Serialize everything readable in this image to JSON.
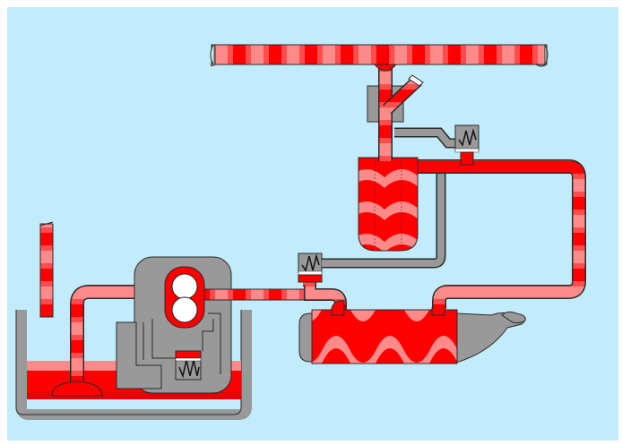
{
  "diagram": {
    "colors": {
      "background": "#c2ecfb",
      "frame": "#ffffff",
      "housing_gray": "#999999",
      "outline": "#2a2a2a",
      "fluid_red": "#ff0000",
      "fluid_pink": "#ff8a8a",
      "fluid_mid": "#ff4d4d",
      "spring": "#111111",
      "white": "#ffffff"
    },
    "components": [
      {
        "id": "reservoir",
        "icon": "reservoir-tank"
      },
      {
        "id": "pickup-strainer",
        "icon": "strainer"
      },
      {
        "id": "fill-pipe",
        "icon": "pipe"
      },
      {
        "id": "gear-pump",
        "icon": "gear-pump"
      },
      {
        "id": "pump-relief-valve",
        "icon": "spring-valve"
      },
      {
        "id": "pressure-line",
        "icon": "pipe"
      },
      {
        "id": "upper-relief-valve",
        "icon": "spring-valve"
      },
      {
        "id": "lower-relief-valve",
        "icon": "spring-valve"
      },
      {
        "id": "oil-filter",
        "icon": "filter-canister"
      },
      {
        "id": "main-gallery",
        "icon": "gallery-pipe"
      },
      {
        "id": "branch-nozzle",
        "icon": "nozzle"
      },
      {
        "id": "cooler-housing",
        "icon": "cooler"
      },
      {
        "id": "return-line",
        "icon": "pipe"
      }
    ]
  }
}
